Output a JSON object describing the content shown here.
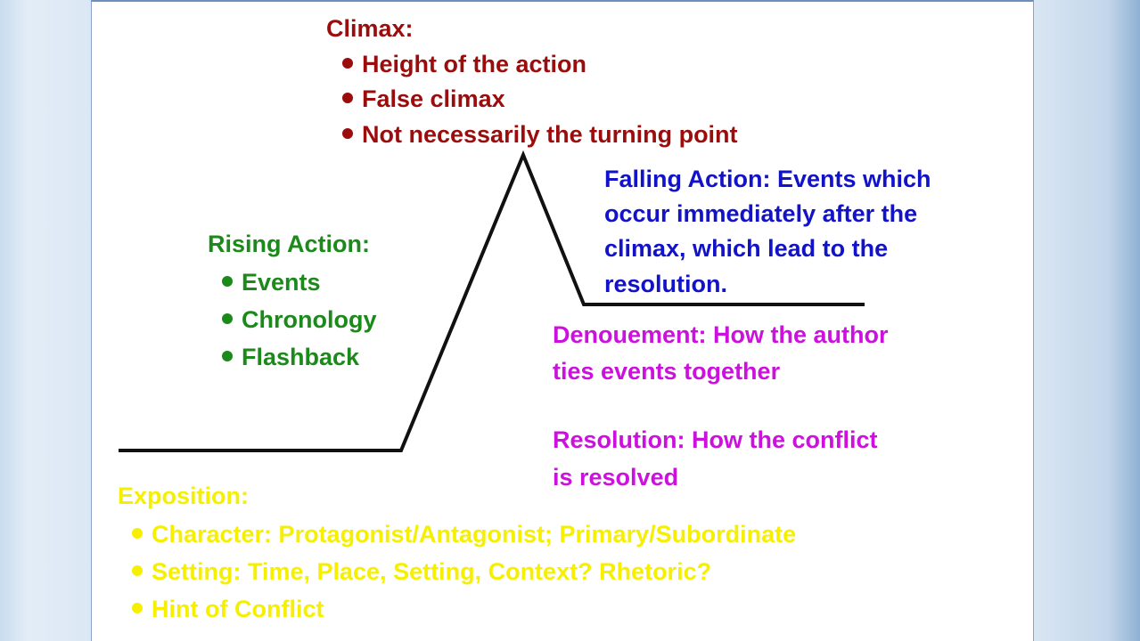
{
  "climax": {
    "title": "Climax:",
    "items": [
      "Height of the action",
      "False climax",
      "Not necessarily the turning point"
    ]
  },
  "rising": {
    "title": "Rising Action:",
    "items": [
      "Events",
      "Chronology",
      "Flashback"
    ]
  },
  "falling": {
    "lines": [
      "Falling Action: Events which",
      "occur immediately after the",
      "climax, which lead to the",
      "resolution."
    ]
  },
  "denouement": {
    "lines": [
      "Denouement:  How the author",
      "ties events together"
    ]
  },
  "resolution": {
    "lines": [
      "Resolution:  How the conflict",
      "is resolved"
    ]
  },
  "exposition": {
    "title": "Exposition:",
    "items": [
      "Character: Protagonist/Antagonist; Primary/Subordinate",
      "Setting: Time, Place, Setting, Context? Rhetoric?",
      "Hint of Conflict"
    ]
  },
  "colors": {
    "climax": "#9b0d0d",
    "rising": "#1b8a1b",
    "falling": "#1212c8",
    "denouement": "#cc11dd",
    "exposition": "#f6f000",
    "plot_line": "#111111"
  }
}
